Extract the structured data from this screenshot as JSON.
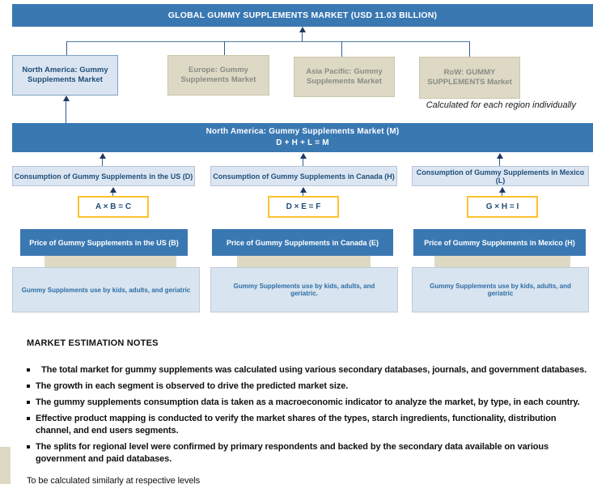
{
  "colors": {
    "banner_blue": "#3a78b2",
    "light_blue_fill": "#dbe5f1",
    "beige_fill": "#ddd9c4",
    "formula_border_yellow": "#fdc32e",
    "navy_text": "#1f4e79",
    "connector": "#2f5f8f"
  },
  "top_banner": {
    "label": "GLOBAL GUMMY SUPPLEMENTS MARKET (USD 11.03 BILLION)"
  },
  "regions": [
    {
      "label": "North America: Gummy Supplements Market"
    },
    {
      "label": "Europe: Gummy Supplements Market"
    },
    {
      "label": "Asia Pacific: Gummy Supplements Market"
    },
    {
      "label": "RoW: GUMMY SUPPLEMENTS Market"
    }
  ],
  "region_note": "Calculated for each region individually",
  "na_banner": {
    "line1": "North America: Gummy Supplements Market (M)",
    "line2": "D + H + L = M"
  },
  "columns": [
    {
      "consumption": "Consumption of Gummy Supplements in the US (D)",
      "formula": "A × B = C",
      "price": "Price of Gummy Supplements in the US (B)",
      "usage": "Gummy Supplements use by kids, adults, and geriatric"
    },
    {
      "consumption": "Consumption of Gummy Supplements in Canada (H)",
      "formula": "D × E = F",
      "price": "Price of Gummy Supplements in Canada (E)",
      "usage": "Gummy Supplements use by kids, adults, and geriatric."
    },
    {
      "consumption": "Consumption of Gummy Supplements in Mexico (L)",
      "formula": "G × H = I",
      "price": "Price of Gummy Supplements in Mexico (H)",
      "usage": "Gummy Supplements use by kids, adults, and geriatric"
    }
  ],
  "notes": {
    "heading": "MARKET ESTIMATION NOTES",
    "bullets": [
      "The total market for gummy supplements was calculated using various secondary databases, journals, and government databases.",
      "The growth in each segment is observed to drive the predicted market size.",
      "The gummy supplements consumption data is taken as a macroeconomic indicator to analyze the market, by type, in each country.",
      "Effective product mapping is conducted to verify the market shares of the types, starch ingredients, functionality, distribution channel, and end users segments.",
      "The splits for regional level were confirmed by primary respondents and backed by the secondary data available on various government and paid databases."
    ],
    "footer": "To be calculated similarly at respective levels"
  }
}
